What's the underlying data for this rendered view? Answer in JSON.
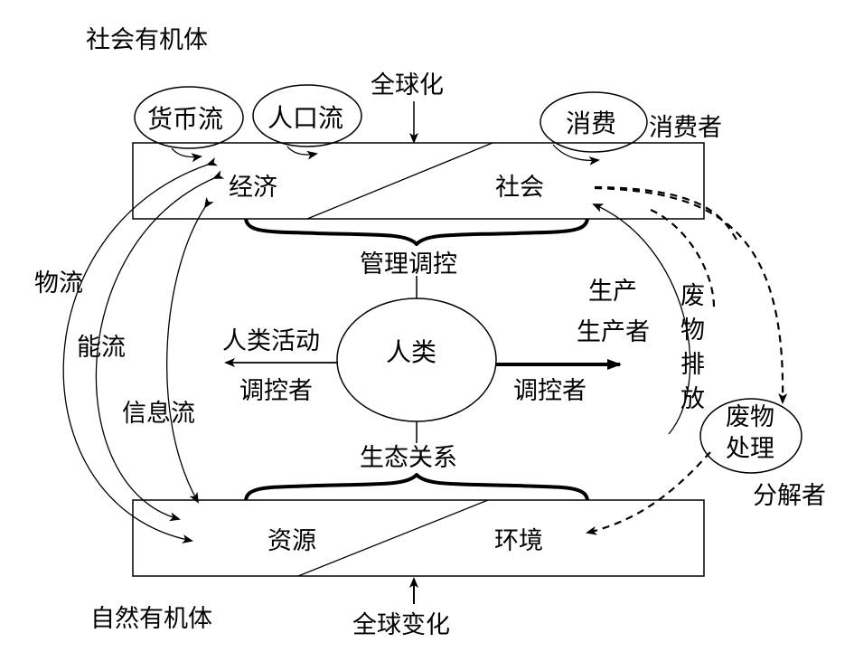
{
  "labels": {
    "social_organism": "社会有机体",
    "natural_organism": "自然有机体",
    "globalization": "全球化",
    "global_change": "全球变化",
    "money_flow": "货币流",
    "population_flow": "人口流",
    "consumption": "消费",
    "consumer": "消费者",
    "economy": "经济",
    "society": "社会",
    "resources": "资源",
    "environment": "环境",
    "management": "管理调控",
    "ecology": "生态关系",
    "human": "人类",
    "human_activity": "人类活动",
    "regulator_left": "调控者",
    "regulator_right": "调控者",
    "production": "生产",
    "producer": "生产者",
    "waste_emission": [
      "废",
      "物",
      "排",
      "放"
    ],
    "waste_treatment_1": "废物",
    "waste_treatment_2": "处理",
    "decomposer": "分解者",
    "material_flow": "物流",
    "energy_flow": "能流",
    "information_flow": "信息流"
  },
  "colors": {
    "line": "#000000",
    "background": "#ffffff"
  }
}
